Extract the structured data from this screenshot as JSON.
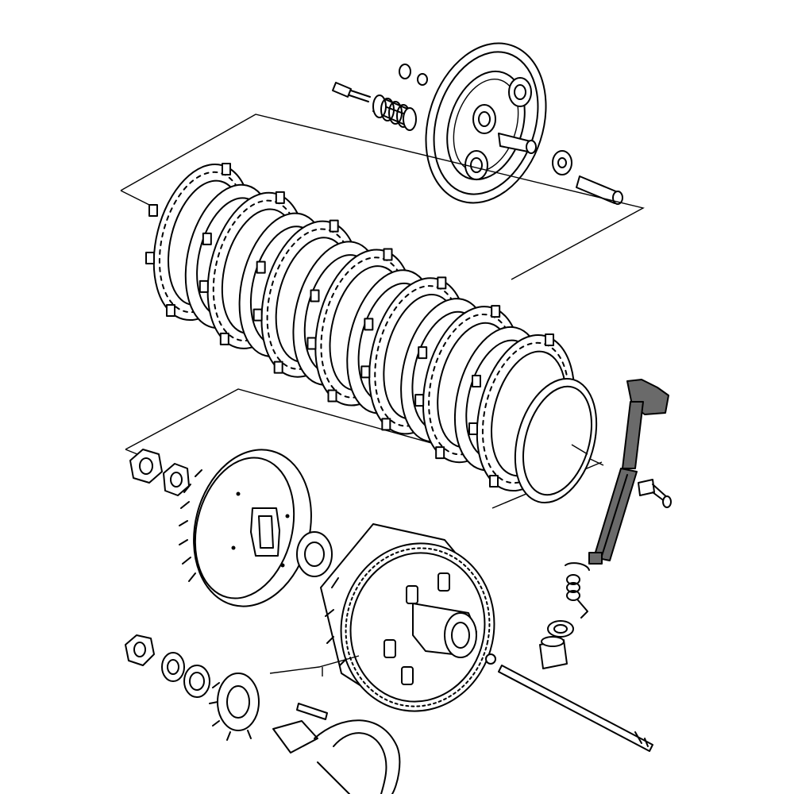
{
  "diagram": {
    "type": "exploded-parts-view",
    "subject": "clutch assembly",
    "labels": [],
    "colors": {
      "line": "#000000",
      "background": "#ffffff",
      "highlight_part": "#6a6a6a"
    },
    "parts": [
      {
        "name": "pressure-plate"
      },
      {
        "name": "clutch-springs"
      },
      {
        "name": "spring-bolts"
      },
      {
        "name": "lifter-bearing"
      },
      {
        "name": "lifter-piece"
      },
      {
        "name": "friction-plates",
        "count": 7
      },
      {
        "name": "steel-plates",
        "count": 6
      },
      {
        "name": "judder-spring-seat"
      },
      {
        "name": "clutch-hub"
      },
      {
        "name": "locknut"
      },
      {
        "name": "lock-washer"
      },
      {
        "name": "thrust-washer"
      },
      {
        "name": "clutch-housing"
      },
      {
        "name": "primary-gear"
      },
      {
        "name": "lifter-shaft",
        "highlighted": true
      },
      {
        "name": "return-spring"
      },
      {
        "name": "oil-seal"
      },
      {
        "name": "bushing"
      },
      {
        "name": "push-rod"
      },
      {
        "name": "steel-ball"
      },
      {
        "name": "shaft-bolt"
      },
      {
        "name": "crankcase"
      },
      {
        "name": "woodruff-key"
      }
    ]
  }
}
